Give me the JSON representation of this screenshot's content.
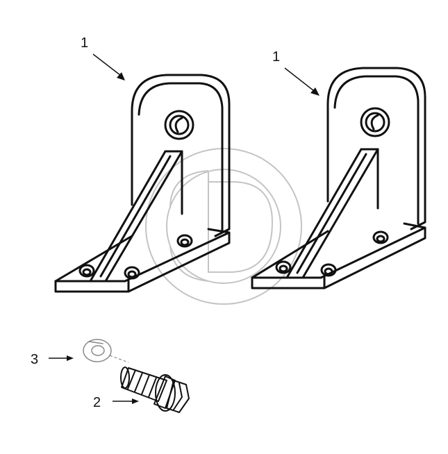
{
  "callouts": {
    "bracket_left": "1",
    "bracket_right": "1",
    "washer": "3",
    "bolt": "2"
  },
  "colors": {
    "ink": "#111111",
    "watermark": "#bfbfbf",
    "paper": "#ffffff"
  },
  "icons": {
    "watermark": "circular-logo-watermark"
  }
}
